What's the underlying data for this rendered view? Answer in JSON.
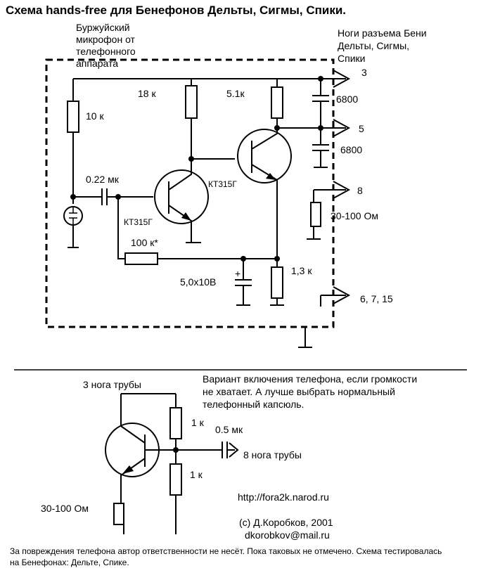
{
  "title": "Схема hands-free для Бенефонов Дельты, Сигмы, Спики.",
  "mic_label": [
    "Буржуйский",
    "микрофон от",
    "телефонного",
    "аппарата"
  ],
  "connector_label": [
    "Ноги разъема Бени",
    "Дельты, Сигмы,",
    "Спики"
  ],
  "pins": {
    "p3": "3",
    "p5": "5",
    "p8": "8",
    "p6": "6, 7, 15"
  },
  "components": {
    "r1": "10 к",
    "r2": "18 к",
    "r3": "5.1к",
    "c1": "6800",
    "c2": "6800",
    "c_in": "0.22 мк",
    "q1": "КТ315Г",
    "q2": "КТ315Г",
    "r_fb": "100 к*",
    "c_el": "5,0х10В",
    "r_e": "1,3 к",
    "speaker": "30-100 Ом",
    "plus": "+"
  },
  "variant": {
    "description": [
      "Вариант включения телефона, если громкости",
      "не хватает. А лучше выбрать нормальный",
      "телефонный капсюль."
    ],
    "pin3": "3 нога трубы",
    "r_top": "1 к",
    "r_bot": "1 к",
    "cap": "0.5 мк",
    "pin8": "8 нога трубы",
    "speaker": "30-100 Ом"
  },
  "credits": {
    "url": "http://fora2k.narod.ru",
    "author": "(с) Д.Коробков, 2001",
    "email": "dkorobkov@mail.ru"
  },
  "footer": [
    "За повреждения телефона автор ответственности не несёт. Пока таковых не отмечено. Схема тестировалась",
    "на Бенефонах: Дельте, Спике."
  ]
}
